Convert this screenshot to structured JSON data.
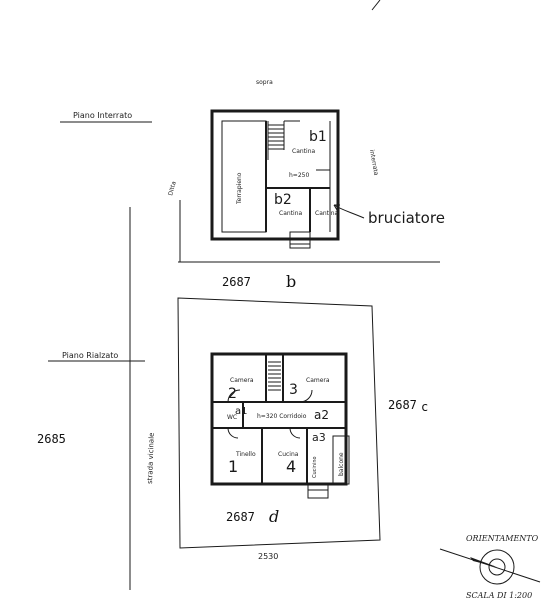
{
  "labels": {
    "north_note": "sopra",
    "basement_title": "Piano Interrato",
    "ground_title": "Piano Rialzato",
    "parcel_left": "2685",
    "road": "strada vicinale",
    "basement_left_neighbor": "Ditta",
    "basement_right_neighbor": "interrata",
    "burner": "bruciatore",
    "basement_parcel": "2687",
    "basement_letter": "b",
    "ground_parcel_right": "2687",
    "ground_letter_right": "c",
    "ground_parcel_bottom": "2687",
    "ground_letter_bottom": "d",
    "bottom_parcel": "2530",
    "orientation": "ORIENTAMENTO",
    "scale": "SCALA DI 1:200"
  },
  "basement_rooms": [
    {
      "name": "Terrapieno",
      "number": ""
    },
    {
      "name": "Cantina",
      "number": "b1"
    },
    {
      "name": "h=250",
      "number": ""
    },
    {
      "name": "Cantina",
      "number": "b2"
    },
    {
      "name": "Cantina",
      "number": ""
    }
  ],
  "ground_rooms": [
    {
      "name": "Camera",
      "number": "2"
    },
    {
      "name": "Camera",
      "number": "3"
    },
    {
      "name": "WC",
      "number": "a1"
    },
    {
      "name": "h=320 Corridoio",
      "number": "a2"
    },
    {
      "name": "Tinello",
      "number": "1"
    },
    {
      "name": "Cucina",
      "number": "4"
    },
    {
      "name": "Cucinino",
      "number": "a3"
    },
    {
      "name": "balcone",
      "number": ""
    }
  ]
}
